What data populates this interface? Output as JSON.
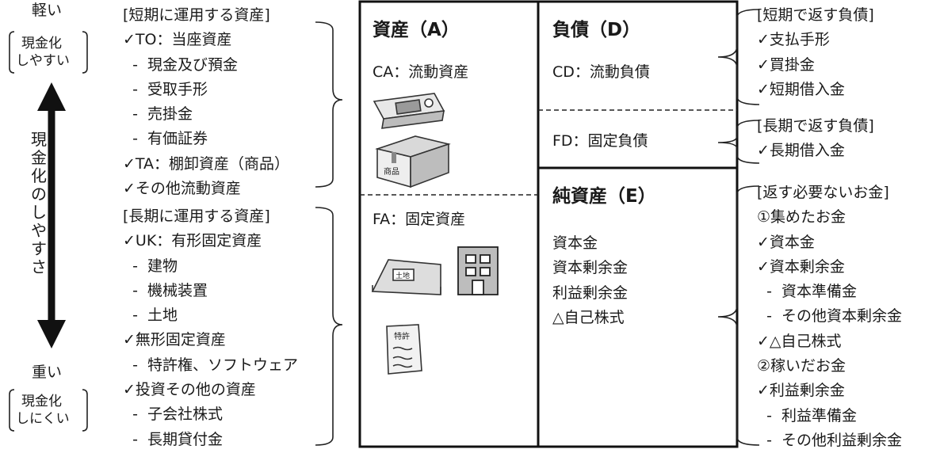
{
  "left_axis": {
    "top_label": "軽い",
    "top_box": [
      "現金化",
      "しやすい"
    ],
    "vertical_text": [
      "現",
      "金",
      "化",
      "の",
      "し",
      "や",
      "す",
      "さ"
    ],
    "bottom_label": "重い",
    "bottom_box": [
      "現金化",
      "しにくい"
    ]
  },
  "assets_short": {
    "lines": [
      "[短期に運用する資産]",
      "✓TO：当座資産",
      "  -  現金及び預金",
      "  -  受取手形",
      "  -  売掛金",
      "  -  有価証券",
      "✓TA：棚卸資産（商品）",
      "✓その他流動資産"
    ]
  },
  "assets_long": {
    "lines": [
      "[長期に運用する資産]",
      "✓UK：有形固定資産",
      "  -  建物",
      "  -  機械装置",
      "  -  土地",
      "✓無形固定資産",
      "  -  特許権、ソフトウェア",
      "✓投資その他の資産",
      "  -  子会社株式",
      "  -  長期貸付金"
    ]
  },
  "table": {
    "assets_header": "資産（A）",
    "ca_label": "CA：流動資産",
    "fa_label": "FA：固定資産",
    "liabilities_header": "負債（D）",
    "cd_label": "CD：流動負債",
    "fd_label": "FD：固定負債",
    "equity_header": "純資産（E）",
    "equity_items": [
      "資本金",
      "資本剰余金",
      "利益剰余金",
      "△自己株式"
    ]
  },
  "illustrations": {
    "box_label": "商品",
    "lot_label": "土地",
    "patent_label": "特許"
  },
  "liab_short": {
    "lines": [
      "[短期で返す負債]",
      "✓支払手形",
      "✓買掛金",
      "✓短期借入金"
    ]
  },
  "liab_long": {
    "lines": [
      "[長期で返す負債]",
      "✓長期借入金"
    ]
  },
  "equity_detail": {
    "lines": [
      "[返す必要ないお金]",
      "①集めたお金",
      "✓資本金",
      "✓資本剰余金",
      "  -  資本準備金",
      "  -  その他資本剰余金",
      "✓△自己株式",
      "②稼いだお金",
      "✓利益剰余金",
      "  -  利益準備金",
      "  -  その他利益剰余金"
    ]
  }
}
